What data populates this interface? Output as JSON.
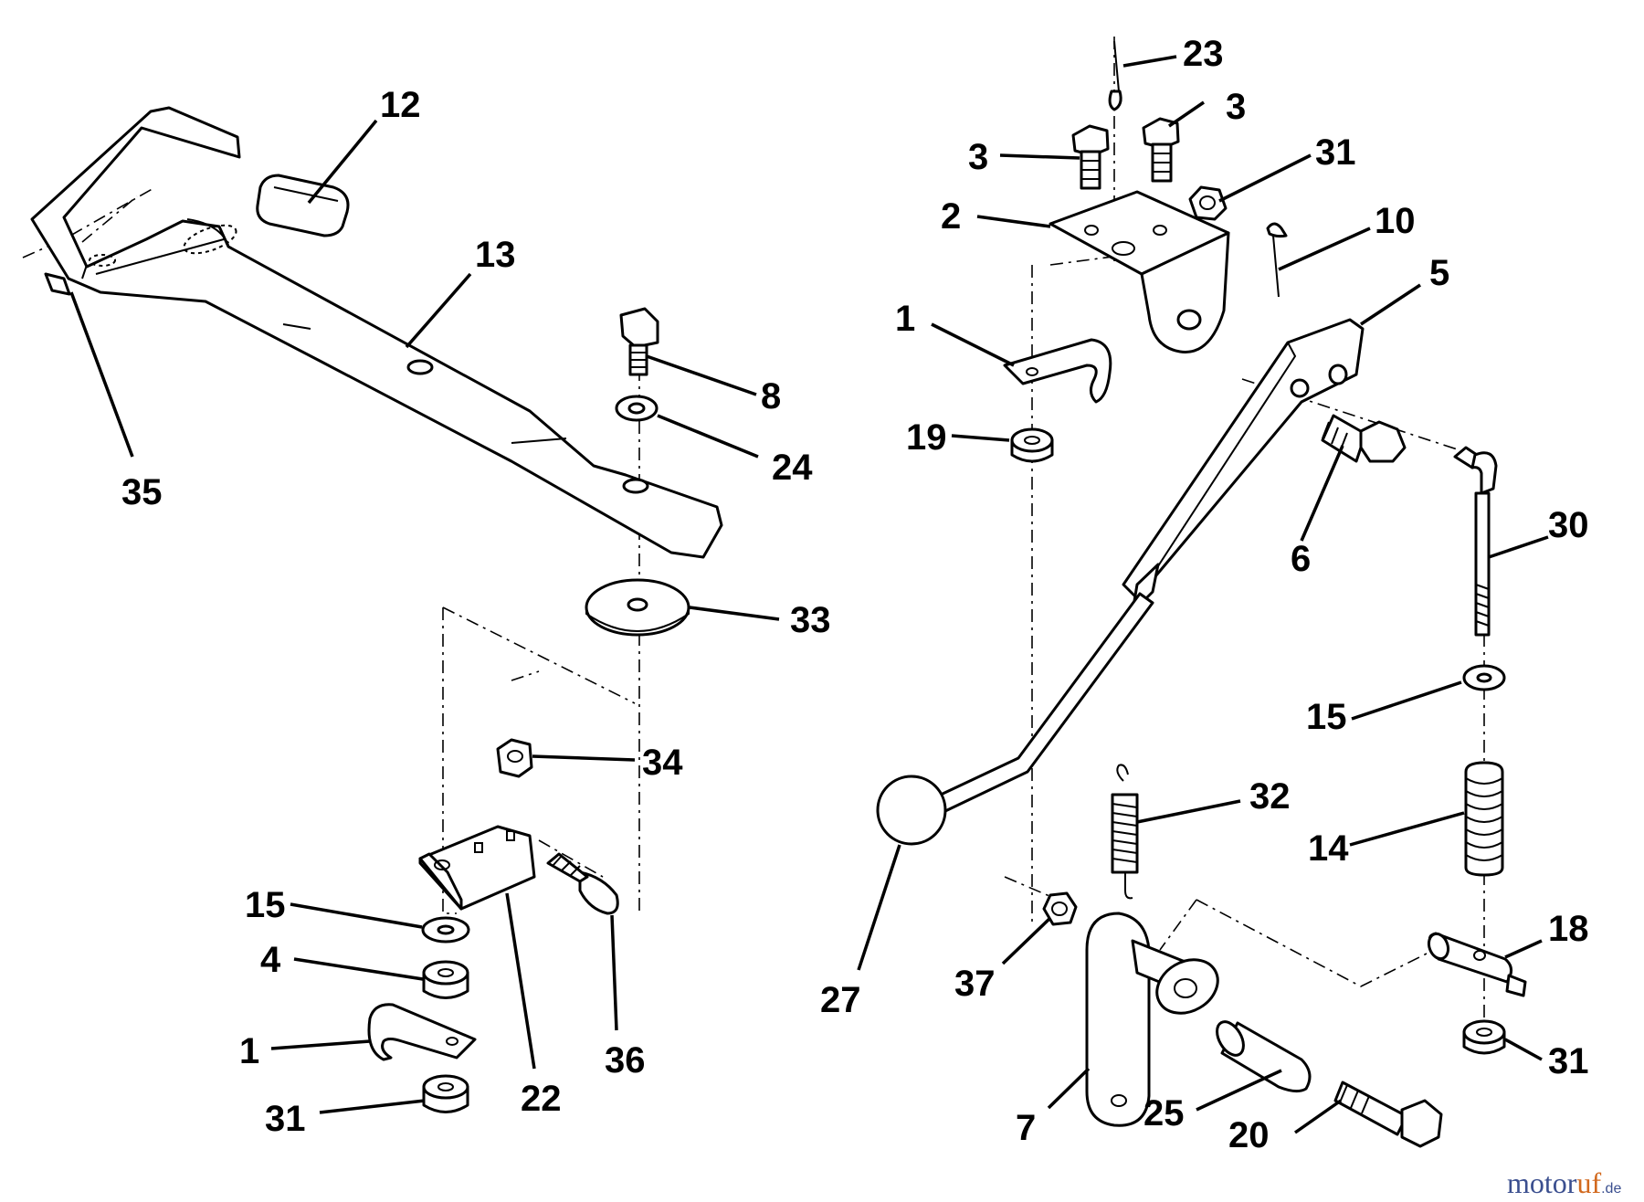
{
  "callouts": [
    "12",
    "13",
    "35",
    "8",
    "24",
    "33",
    "34",
    "15",
    "4",
    "1",
    "31",
    "22",
    "36",
    "23",
    "3",
    "3",
    "31",
    "2",
    "10",
    "5",
    "1",
    "19",
    "6",
    "30",
    "15",
    "27",
    "32",
    "14",
    "37",
    "18",
    "31",
    "7",
    "25",
    "20"
  ],
  "watermark": {
    "part1": "motor",
    "part2": "uf",
    "suffix": ".de"
  }
}
